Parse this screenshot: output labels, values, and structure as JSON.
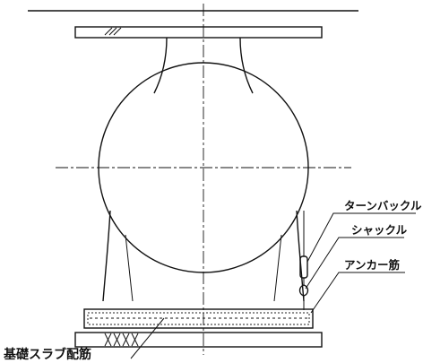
{
  "labels": {
    "turnbuckle": "ターンバックル",
    "shackle": "シャックル",
    "anchor_rebar": "アンカー筋",
    "foundation_slab_rebar": "基礎スラブ配筋"
  }
}
